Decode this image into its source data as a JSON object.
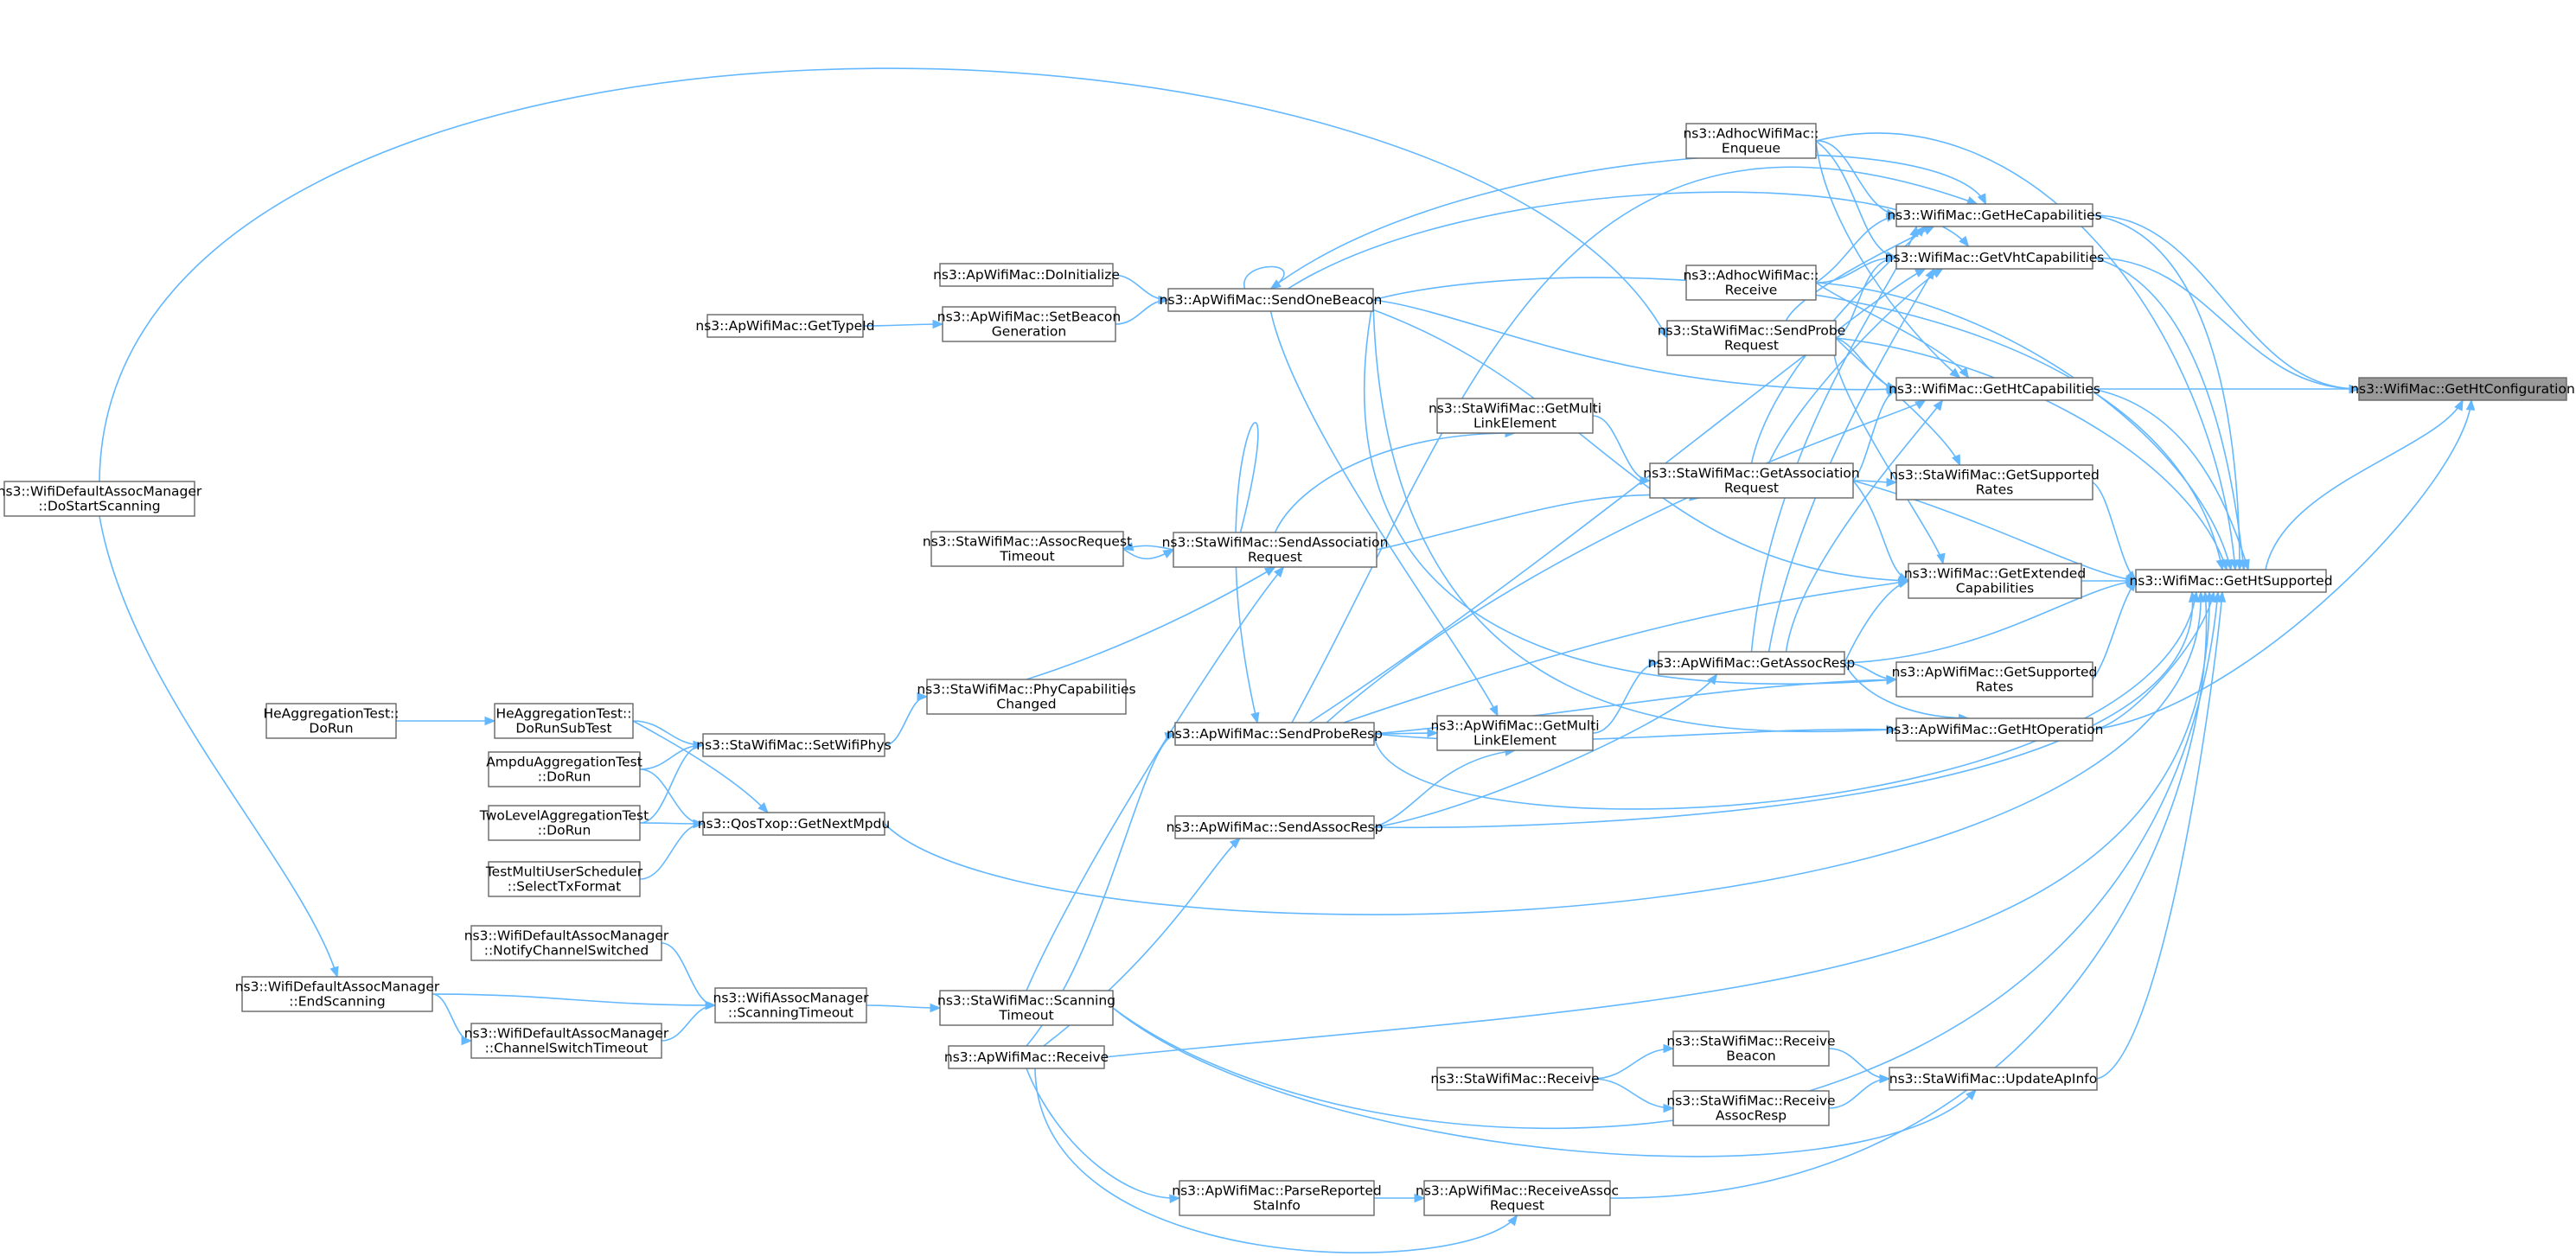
{
  "title": "ns3::WifiMac::GetHtConfiguration caller graph",
  "colors": {
    "edge": "#63b8ff",
    "node_border": "#666666",
    "node_fill": "#ffffff",
    "focus_fill": "#999999"
  },
  "nodes": {
    "getHtConfiguration": [
      "ns3::WifiMac::GetHtConfiguration"
    ],
    "getHeCapabilities": [
      "ns3::WifiMac::GetHeCapabilities"
    ],
    "getVhtCapabilities": [
      "ns3::WifiMac::GetVhtCapabilities"
    ],
    "getHtCapabilities": [
      "ns3::WifiMac::GetHtCapabilities"
    ],
    "getHtSupported": [
      "ns3::WifiMac::GetHtSupported"
    ],
    "staGetSupportedRates": [
      "ns3::StaWifiMac::GetSupported",
      "Rates"
    ],
    "getExtendedCapabilities": [
      "ns3::WifiMac::GetExtended",
      "Capabilities"
    ],
    "apGetSupportedRates": [
      "ns3::ApWifiMac::GetSupported",
      "Rates"
    ],
    "getHtOperation": [
      "ns3::ApWifiMac::GetHtOperation"
    ],
    "updateApInfo": [
      "ns3::StaWifiMac::UpdateApInfo"
    ],
    "adhocEnqueue": [
      "ns3::AdhocWifiMac::",
      "Enqueue"
    ],
    "adhocReceive": [
      "ns3::AdhocWifiMac::",
      "Receive"
    ],
    "sendProbeRequest": [
      "ns3::StaWifiMac::SendProbe",
      "Request"
    ],
    "getAssociationRequest": [
      "ns3::StaWifiMac::GetAssociation",
      "Request"
    ],
    "getAssocResp": [
      "ns3::ApWifiMac::GetAssocResp"
    ],
    "receiveBeacon": [
      "ns3::StaWifiMac::Receive",
      "Beacon"
    ],
    "receiveAssocResp": [
      "ns3::StaWifiMac::Receive",
      "AssocResp"
    ],
    "sendOneBeacon": [
      "ns3::ApWifiMac::SendOneBeacon"
    ],
    "staGetMultiLinkElement": [
      "ns3::StaWifiMac::GetMulti",
      "LinkElement"
    ],
    "sendAssociationRequest": [
      "ns3::StaWifiMac::SendAssociation",
      "Request"
    ],
    "sendProbeResp": [
      "ns3::ApWifiMac::SendProbeResp"
    ],
    "apGetMultiLinkElement": [
      "ns3::ApWifiMac::GetMulti",
      "LinkElement"
    ],
    "sendAssocResp": [
      "ns3::ApWifiMac::SendAssocResp"
    ],
    "staReceive": [
      "ns3::StaWifiMac::Receive"
    ],
    "receiveAssocRequest": [
      "ns3::ApWifiMac::ReceiveAssoc",
      "Request"
    ],
    "parseReportedStaInfo": [
      "ns3::ApWifiMac::ParseReported",
      "StaInfo"
    ],
    "apReceive": [
      "ns3::ApWifiMac::Receive"
    ],
    "scanningTimeout": [
      "ns3::StaWifiMac::Scanning",
      "Timeout"
    ],
    "doInitialize": [
      "ns3::ApWifiMac::DoInitialize"
    ],
    "setBeaconGeneration": [
      "ns3::ApWifiMac::SetBeacon",
      "Generation"
    ],
    "getTypeId": [
      "ns3::ApWifiMac::GetTypeId"
    ],
    "assocRequestTimeout": [
      "ns3::StaWifiMac::AssocRequest",
      "Timeout"
    ],
    "phyCapabilitiesChanged": [
      "ns3::StaWifiMac::PhyCapabilities",
      "Changed"
    ],
    "setWifiPhys": [
      "ns3::StaWifiMac::SetWifiPhys"
    ],
    "getNextMpdu": [
      "ns3::QosTxop::GetNextMpdu"
    ],
    "heDoRunSubTest": [
      "HeAggregationTest::",
      "DoRunSubTest"
    ],
    "heDoRun": [
      "HeAggregationTest::",
      "DoRun"
    ],
    "ampduDoRun": [
      "AmpduAggregationTest",
      "::DoRun"
    ],
    "twoLevelDoRun": [
      "TwoLevelAggregationTest",
      "::DoRun"
    ],
    "selectTxFormat": [
      "TestMultiUserScheduler",
      "::SelectTxFormat"
    ],
    "assocScanningTimeout": [
      "ns3::WifiAssocManager",
      "::ScanningTimeout"
    ],
    "notifyChannelSwitched": [
      "ns3::WifiDefaultAssocManager",
      "::NotifyChannelSwitched"
    ],
    "channelSwitchTimeout": [
      "ns3::WifiDefaultAssocManager",
      "::ChannelSwitchTimeout"
    ],
    "endScanning": [
      "ns3::WifiDefaultAssocManager",
      "::EndScanning"
    ],
    "doStartScanning": [
      "ns3::WifiDefaultAssocManager",
      "::DoStartScanning"
    ]
  }
}
